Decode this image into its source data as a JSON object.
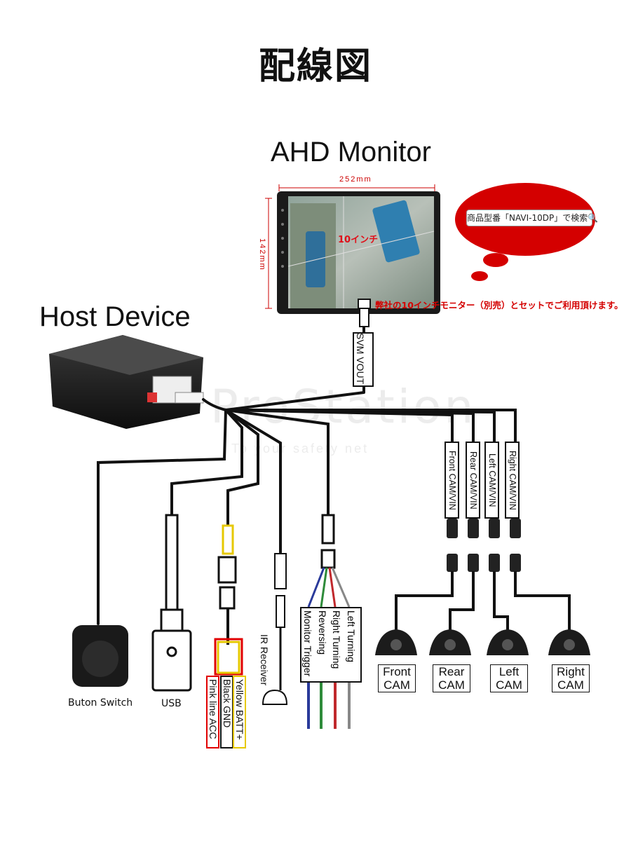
{
  "title": "配線図",
  "monitor": {
    "label": "AHD Monitor",
    "width_dim": "252mm",
    "height_dim": "142mm",
    "screen_note": "10インチ",
    "search_bubble": "商品型番「NAVI-10DP」で検索🔍",
    "set_note": "弊社の10インチモニター（別売）とセットでご利用頂けます。"
  },
  "host_label": "Host Device",
  "svm_vout": "SVM VOUT",
  "cam_inputs": [
    "Front CAM/VIN",
    "Rear CAM/VIN",
    "Left CAM/VIN",
    "Right CAM/VIN"
  ],
  "cameras": [
    "Front\nCAM",
    "Rear\nCAM",
    "Left\nCAM",
    "Right\nCAM"
  ],
  "camera_lines": [
    [
      "Front",
      "CAM"
    ],
    [
      "Rear",
      "CAM"
    ],
    [
      "Left",
      "CAM"
    ],
    [
      "Right",
      "CAM"
    ]
  ],
  "peripherals": {
    "button_switch": "Buton Switch",
    "usb": "USB",
    "ir_receiver": "IR Receiver"
  },
  "power_wires": {
    "yellow": "Yellow BATT+",
    "black": "Black GND",
    "pink": "Pink line ACC"
  },
  "trigger_wires": [
    "Monitor Trigger",
    "Reversing",
    "Right Turning",
    "Left Turning"
  ],
  "watermark": "ProStation",
  "watermark_sub": "To your safety net",
  "colors": {
    "accent_red": "#e10000",
    "wire_yellow": "#e6c800",
    "wire_blue": "#2a3a9a",
    "wire_green": "#2e8b3a",
    "wire_red": "#c0282c",
    "wire_gray": "#888888"
  }
}
